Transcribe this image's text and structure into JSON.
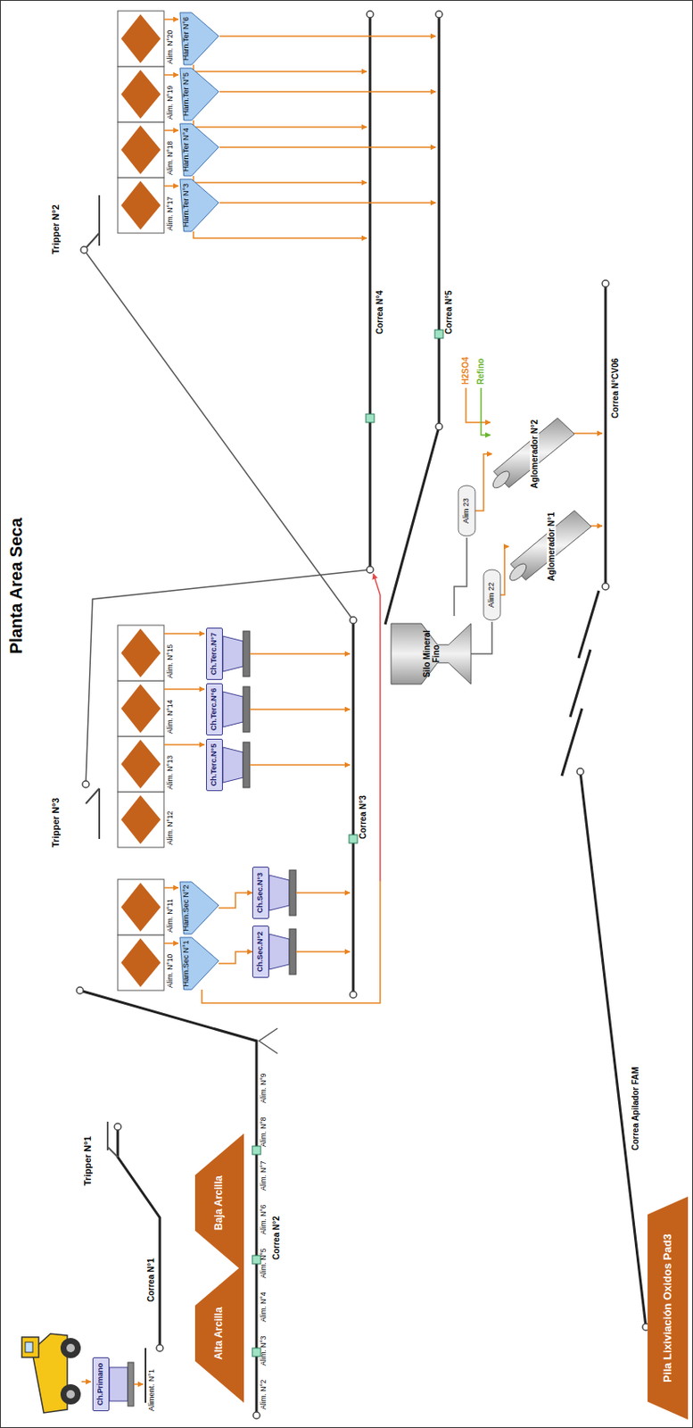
{
  "diagram": {
    "title": "Planta Area Seca",
    "nodes": [
      {
        "text": [
          "Ch.Primano"
        ]
      },
      {
        "text": [
          "Alta Arcilla"
        ]
      },
      {
        "text": [
          "Baja Arcilla"
        ]
      },
      {
        "text": [
          "Harn.Sec N°1"
        ]
      },
      {
        "text": [
          "Harn.Sec N°2"
        ]
      },
      {
        "text": [
          "Ch.Sec.N°2"
        ]
      },
      {
        "text": [
          "Ch.Sec.N°3"
        ]
      },
      {
        "text": [
          "Ch.Terc.N°5"
        ]
      },
      {
        "text": [
          "Ch.Terc.N°6"
        ]
      },
      {
        "text": [
          "Ch.Terc.N°7"
        ]
      },
      {
        "text": [
          "Harn.Ter N°3"
        ]
      },
      {
        "text": [
          "Harn.Ter N°4"
        ]
      },
      {
        "text": [
          "Harn.Ter N°5"
        ]
      },
      {
        "text": [
          "Harn.Ter N°6"
        ]
      },
      {
        "text": [
          "Silo Mineral Fino"
        ]
      },
      {
        "text": [
          "Alim 22"
        ]
      },
      {
        "text": [
          "Alim 23"
        ]
      },
      {
        "text": [
          "Aglomerador N°1"
        ]
      },
      {
        "text": [
          "Aglomerador N°2"
        ]
      },
      {
        "text": [
          "Pila Lixiviación Oxidos Pad3"
        ]
      }
    ],
    "edges": [
      {
        "from": 3,
        "to": 5,
        "arrow": "to"
      },
      {
        "from": 4,
        "to": 6,
        "arrow": "to"
      },
      {
        "from": 15,
        "to": 17,
        "arrow": "to"
      },
      {
        "from": 16,
        "to": 18,
        "arrow": "to"
      }
    ],
    "labels": [
      "Aliment. N°1",
      "Correa N°1",
      "Tripper N°1",
      "Alim. N°2",
      "Alim. N°3",
      "Alim. N°4",
      "Alim. N°5",
      "Alim. N°6",
      "Alim. N°7",
      "Alim. N°8",
      "Alim. N°9",
      "Correa N°2",
      "Alim. N°10",
      "Alim. N°11",
      "Alim. N°12",
      "Alim. N°13",
      "Alim. N°14",
      "Alim. N°15",
      "Tripper N°3",
      "Correa N°3",
      "Tripper N°2",
      "Alim. N°17",
      "Alim. N°18",
      "Alim. N°19",
      "Alim. N°20",
      "Correa N°4",
      "Correa N°5",
      "H2SO4",
      "Refino",
      "Correa N°CV06",
      "Correa Apilador FAM"
    ]
  }
}
